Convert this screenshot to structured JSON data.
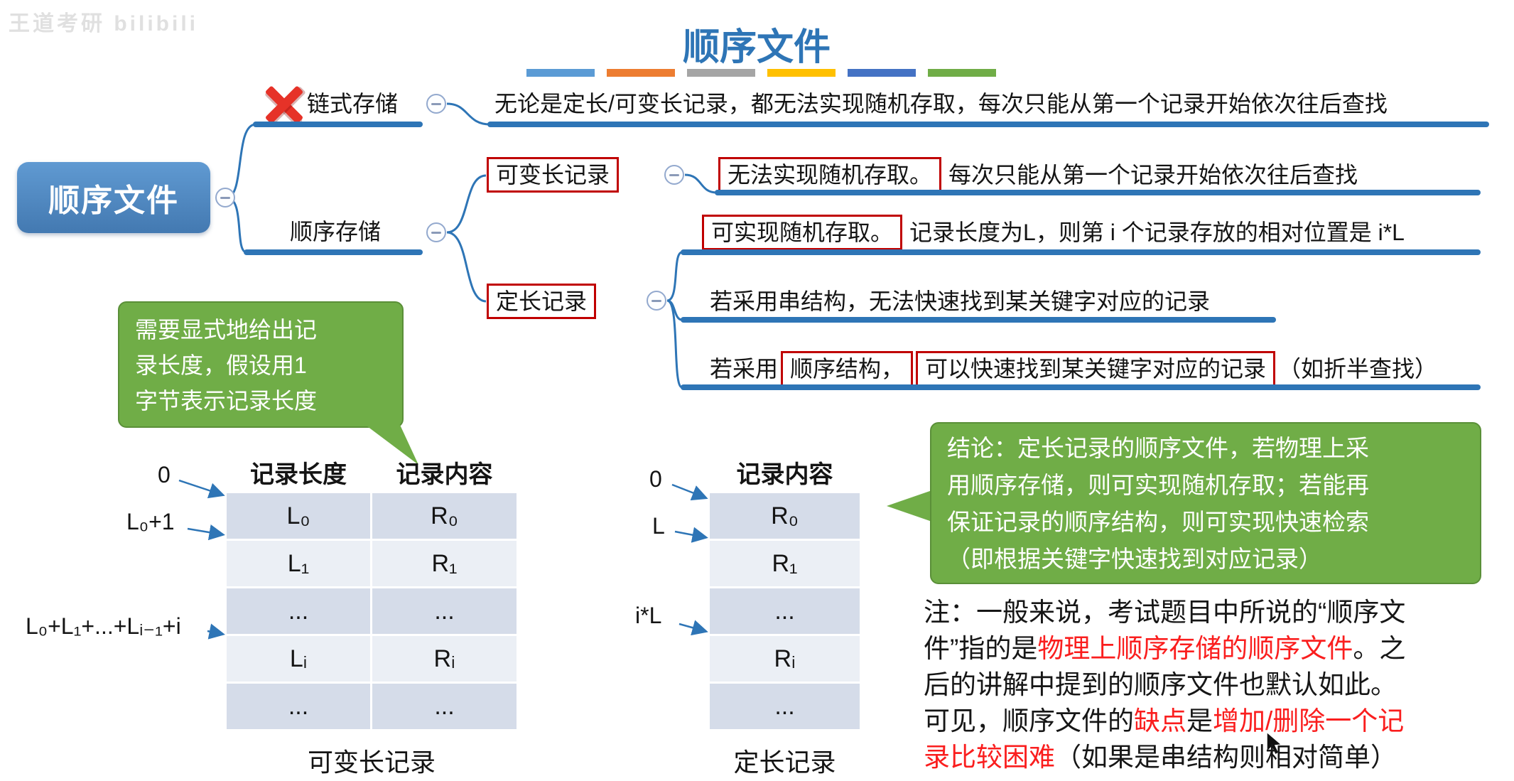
{
  "watermark": "王道考研   bilibili",
  "title": "顺序文件",
  "legend_colors": [
    "#5B9BD5",
    "#ED7D31",
    "#A5A5A5",
    "#FFC000",
    "#4472C4",
    "#70AD47"
  ],
  "colors": {
    "accent_blue": "#2E75B6",
    "node_blue": "#4E87C3",
    "red_box_border": "#C00000",
    "red_text": "#FA1E1E",
    "green_bubble": "#70AD47",
    "table_row_dark": "#D5DCE9",
    "table_row_light": "#EBEFF5"
  },
  "mindmap": {
    "root": "顺序文件",
    "chain": {
      "label": "链式存储",
      "desc": "无论是定长/可变长记录，都无法实现随机存取，每次只能从第一个记录开始依次往后查找"
    },
    "sequential": {
      "label": "顺序存储"
    },
    "variable": {
      "label": "可变长记录",
      "boxed": "无法实现随机存取。",
      "rest": "每次只能从第一个记录开始依次往后查找"
    },
    "fixed": {
      "label": "定长记录",
      "random_boxed": "可实现随机存取。",
      "random_rest": "记录长度为L，则第 i 个记录存放的相对位置是 i*L",
      "string_line": "若采用串结构，无法快速找到某关键字对应的记录",
      "seq_prefix": "若采用",
      "seq_boxed1": "顺序结构，",
      "seq_boxed2": "可以快速找到某关键字对应的记录",
      "seq_suffix": "（如折半查找）"
    }
  },
  "bubble_left": {
    "lines": [
      "需要显式地给出记",
      "录长度，假设用1",
      "字节表示记录长度"
    ]
  },
  "bubble_right": {
    "lines": [
      "结论：定长记录的顺序文件，若物理上采",
      "用顺序存储，则可实现随机存取；若能再",
      "保证记录的顺序结构，则可实现快速检索",
      "（即根据关键字快速找到对应记录）"
    ]
  },
  "table_var": {
    "headers": [
      "记录长度",
      "记录内容"
    ],
    "rows": [
      [
        "L₀",
        "R₀"
      ],
      [
        "L₁",
        "R₁"
      ],
      [
        "...",
        "..."
      ],
      [
        "Lᵢ",
        "Rᵢ"
      ],
      [
        "...",
        "..."
      ]
    ],
    "offsets": [
      "0",
      "L₀+1",
      "L₀+L₁+...+Lᵢ₋₁+i"
    ],
    "caption": "可变长记录"
  },
  "table_fixed": {
    "header": "记录内容",
    "rows": [
      "R₀",
      "R₁",
      "...",
      "Rᵢ",
      "..."
    ],
    "offsets": [
      "0",
      "L",
      "i*L"
    ],
    "caption": "定长记录"
  },
  "note": {
    "lines": [
      [
        {
          "t": "注：一般来说，考试题目中所说的“顺序文",
          "red": false
        }
      ],
      [
        {
          "t": "件”指的是",
          "red": false
        },
        {
          "t": "物理上顺序存储的顺序文件",
          "red": true
        },
        {
          "t": "。之",
          "red": false
        }
      ],
      [
        {
          "t": "后的讲解中提到的顺序文件也默认如此。",
          "red": false
        }
      ],
      [
        {
          "t": "可见，顺序文件的",
          "red": false
        },
        {
          "t": "缺点",
          "red": true
        },
        {
          "t": "是",
          "red": false
        },
        {
          "t": "增加/删除一个记",
          "red": true
        }
      ],
      [
        {
          "t": "录比较困难",
          "red": true
        },
        {
          "t": "（如果是串结构则相对简单）",
          "red": false
        }
      ]
    ]
  }
}
